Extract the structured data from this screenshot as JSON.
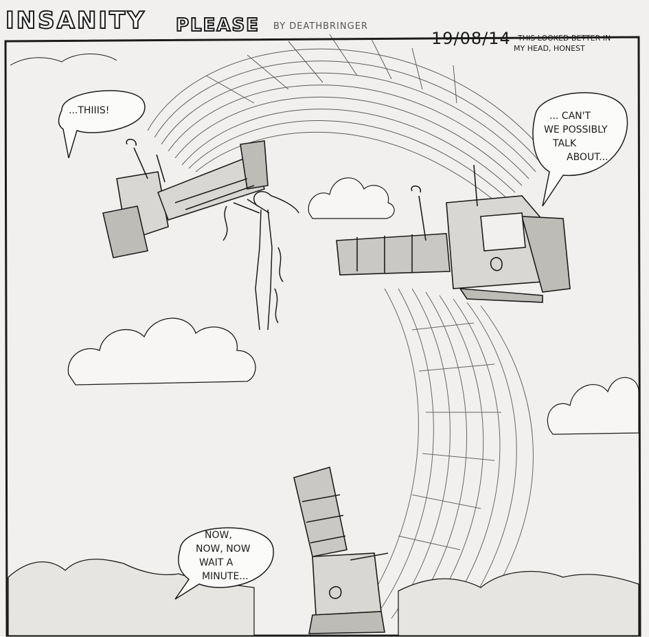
{
  "header": {
    "title_part1": "INSANITY",
    "title_part2": "PLEASE",
    "byline": "BY DEATHBRINGER",
    "date": "19/08/14",
    "note_line1": "– THIS LOOKED BETTER IN",
    "note_line2": "MY HEAD, HONEST"
  },
  "speech": {
    "left_robot": "...THIIIS!",
    "right_robot_line1": "... CAN'T",
    "right_robot_line2": "WE POSSIBLY",
    "right_robot_line3": "TALK",
    "right_robot_line4": "ABOUT...",
    "bottom_robot_line1": "NOW,",
    "bottom_robot_line2": "NOW, NOW",
    "bottom_robot_line3": "WAIT A",
    "bottom_robot_line4": "MINUTE..."
  },
  "colors": {
    "paper": "#f1f0ee",
    "ink": "#1b1b1b"
  }
}
